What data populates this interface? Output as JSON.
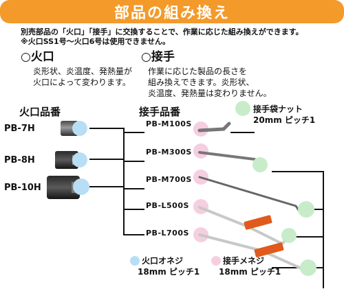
{
  "title": "部品の組み換え",
  "notes": [
    "別売部品の「火口」「接手」に交換することで、作業に応じた組み換えができます。",
    "※火口SS1号〜火口6号は使用できません。"
  ],
  "nozzle": {
    "heading": "○火口",
    "desc": [
      "炎形状、炎温度、発熱量が",
      "火口によって変わります。"
    ],
    "column_label": "火口品番",
    "items": [
      "PB-7H",
      "PB-8H",
      "PB-10H"
    ],
    "legend": [
      "火口オネジ",
      "18mm ピッチ1"
    ]
  },
  "joint": {
    "heading": "○接手",
    "desc": [
      "作業に応じた製品の長さを",
      "組み換えできます。炎形状、",
      "炎温度、発熱量は変わりません。"
    ],
    "column_label": "接手品番",
    "items": [
      "PB-M100S",
      "PB-M300S",
      "PB-M700S",
      "PB-L500S",
      "PB-L700S"
    ],
    "legend_male": [
      "接手メネジ",
      "18mm ピッチ1"
    ],
    "legend_nut": [
      "接手袋ナット",
      "20mm ピッチ1"
    ]
  },
  "colors": {
    "banner": "#f39a2b",
    "nozzle_thread": "#b8def6",
    "joint_thread": "#f5cfe0",
    "nut": "#c8ecc9",
    "handle": "#e05a1c"
  }
}
